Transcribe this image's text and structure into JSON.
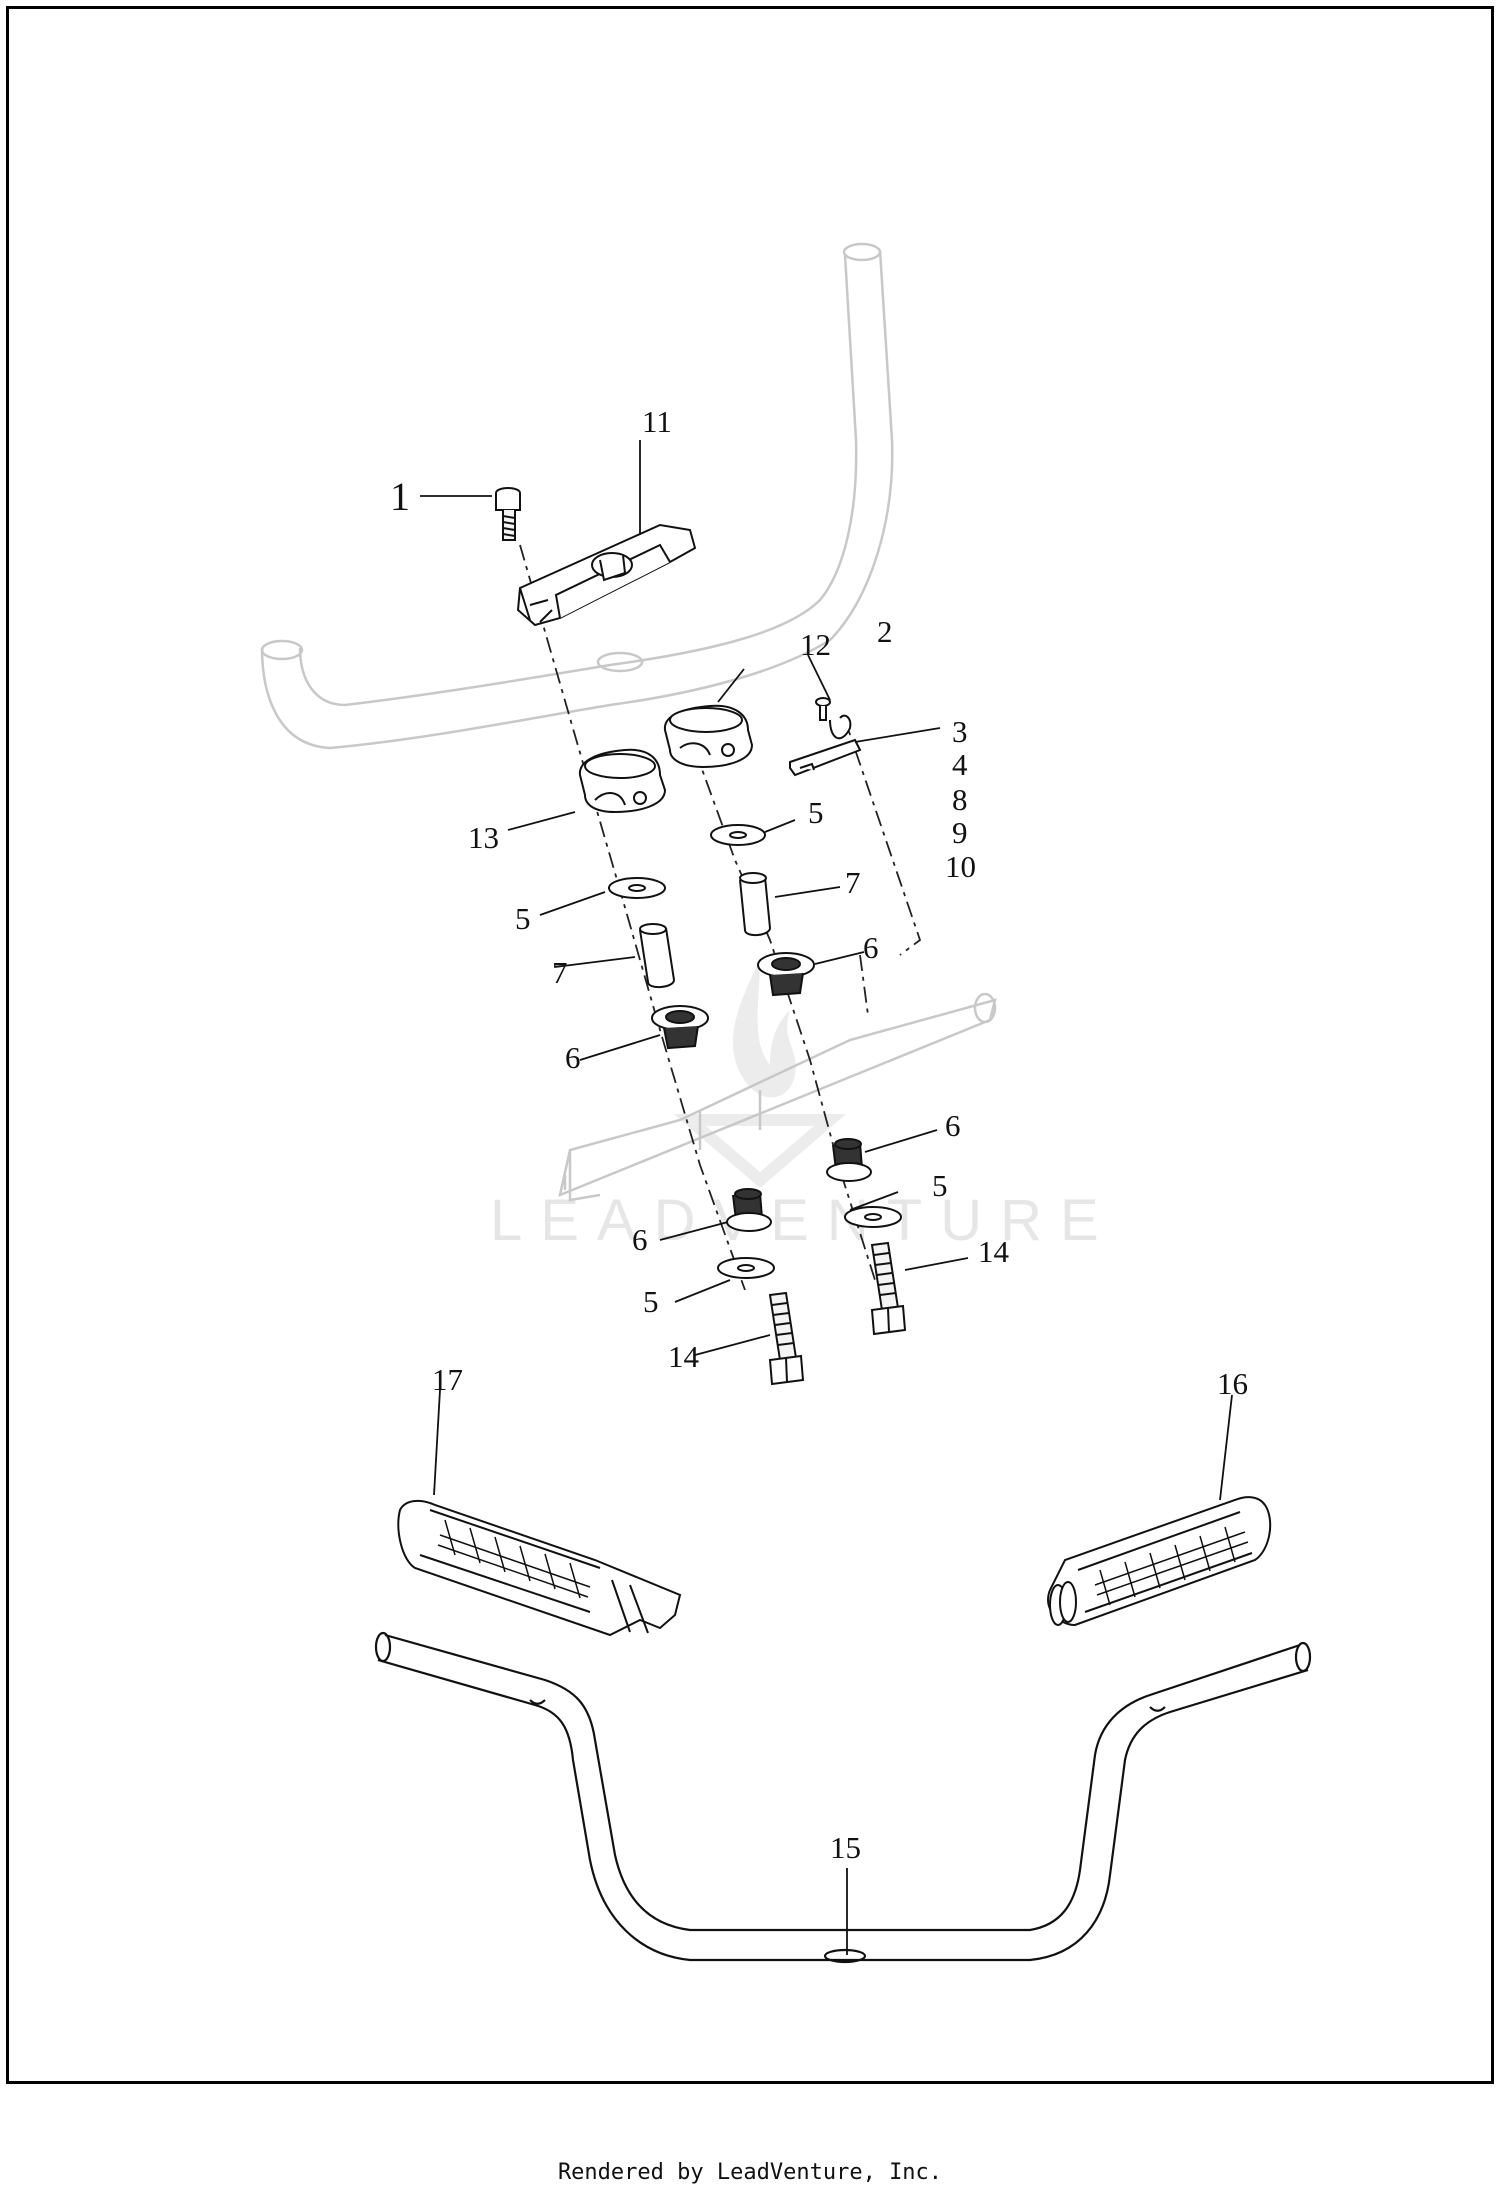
{
  "diagram": {
    "callouts": [
      {
        "id": "c1",
        "text": "1"
      },
      {
        "id": "c2",
        "text": "2"
      },
      {
        "id": "c3",
        "text": "3"
      },
      {
        "id": "c4",
        "text": "4"
      },
      {
        "id": "c8",
        "text": "8"
      },
      {
        "id": "c9",
        "text": "9"
      },
      {
        "id": "c10",
        "text": "10"
      },
      {
        "id": "c11",
        "text": "11"
      },
      {
        "id": "c12",
        "text": "12"
      },
      {
        "id": "c13",
        "text": "13"
      },
      {
        "id": "c5a",
        "text": "5"
      },
      {
        "id": "c5b",
        "text": "5"
      },
      {
        "id": "c5c",
        "text": "5"
      },
      {
        "id": "c5d",
        "text": "5"
      },
      {
        "id": "c7a",
        "text": "7"
      },
      {
        "id": "c7b",
        "text": "7"
      },
      {
        "id": "c6a",
        "text": "6"
      },
      {
        "id": "c6b",
        "text": "6"
      },
      {
        "id": "c6c",
        "text": "6"
      },
      {
        "id": "c6d",
        "text": "6"
      },
      {
        "id": "c14a",
        "text": "14"
      },
      {
        "id": "c14b",
        "text": "14"
      },
      {
        "id": "c15",
        "text": "15"
      },
      {
        "id": "c16",
        "text": "16"
      },
      {
        "id": "c17",
        "text": "17"
      }
    ],
    "watermark": "LEADVENTURE"
  },
  "footer": {
    "text": "Rendered by LeadVenture, Inc."
  }
}
